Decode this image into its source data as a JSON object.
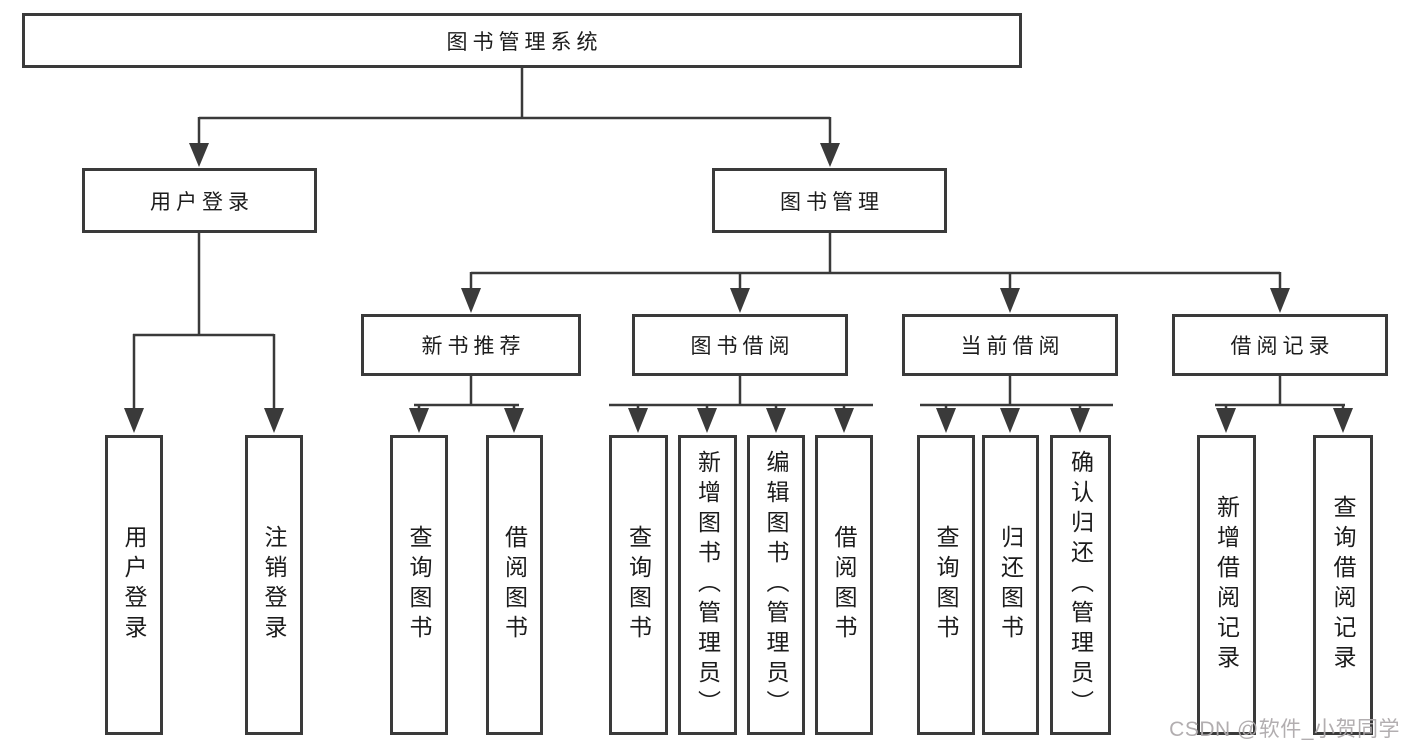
{
  "diagram": {
    "title": "图书管理系统",
    "root": {
      "label": "图书管理系统"
    },
    "level2": [
      {
        "label": "用户登录",
        "parent": "图书管理系统"
      },
      {
        "label": "图书管理",
        "parent": "图书管理系统"
      }
    ],
    "level3": [
      {
        "label": "新书推荐",
        "parent": "图书管理"
      },
      {
        "label": "图书借阅",
        "parent": "图书管理"
      },
      {
        "label": "当前借阅",
        "parent": "图书管理"
      },
      {
        "label": "借阅记录",
        "parent": "图书管理"
      }
    ],
    "leaves": [
      {
        "label": "用户登录",
        "parent": "用户登录"
      },
      {
        "label": "注销登录",
        "parent": "用户登录"
      },
      {
        "label": "查询图书",
        "parent": "新书推荐"
      },
      {
        "label": "借阅图书",
        "parent": "新书推荐"
      },
      {
        "label": "查询图书",
        "parent": "图书借阅"
      },
      {
        "label": "新增图书（管理员）",
        "parent": "图书借阅"
      },
      {
        "label": "编辑图书（管理员）",
        "parent": "图书借阅"
      },
      {
        "label": "借阅图书",
        "parent": "图书借阅"
      },
      {
        "label": "查询图书",
        "parent": "当前借阅"
      },
      {
        "label": "归还图书",
        "parent": "当前借阅"
      },
      {
        "label": "确认归还（管理员）",
        "parent": "当前借阅"
      },
      {
        "label": "新增借阅记录",
        "parent": "借阅记录"
      },
      {
        "label": "查询借阅记录",
        "parent": "借阅记录"
      }
    ]
  },
  "watermark": {
    "text": "CSDN @软件_小贺同学"
  },
  "colors": {
    "line": "#3a3a3a",
    "box_border": "#3a3a3a",
    "text": "#1c1c1c",
    "background": "#ffffff",
    "watermark": "#aeaaac"
  }
}
